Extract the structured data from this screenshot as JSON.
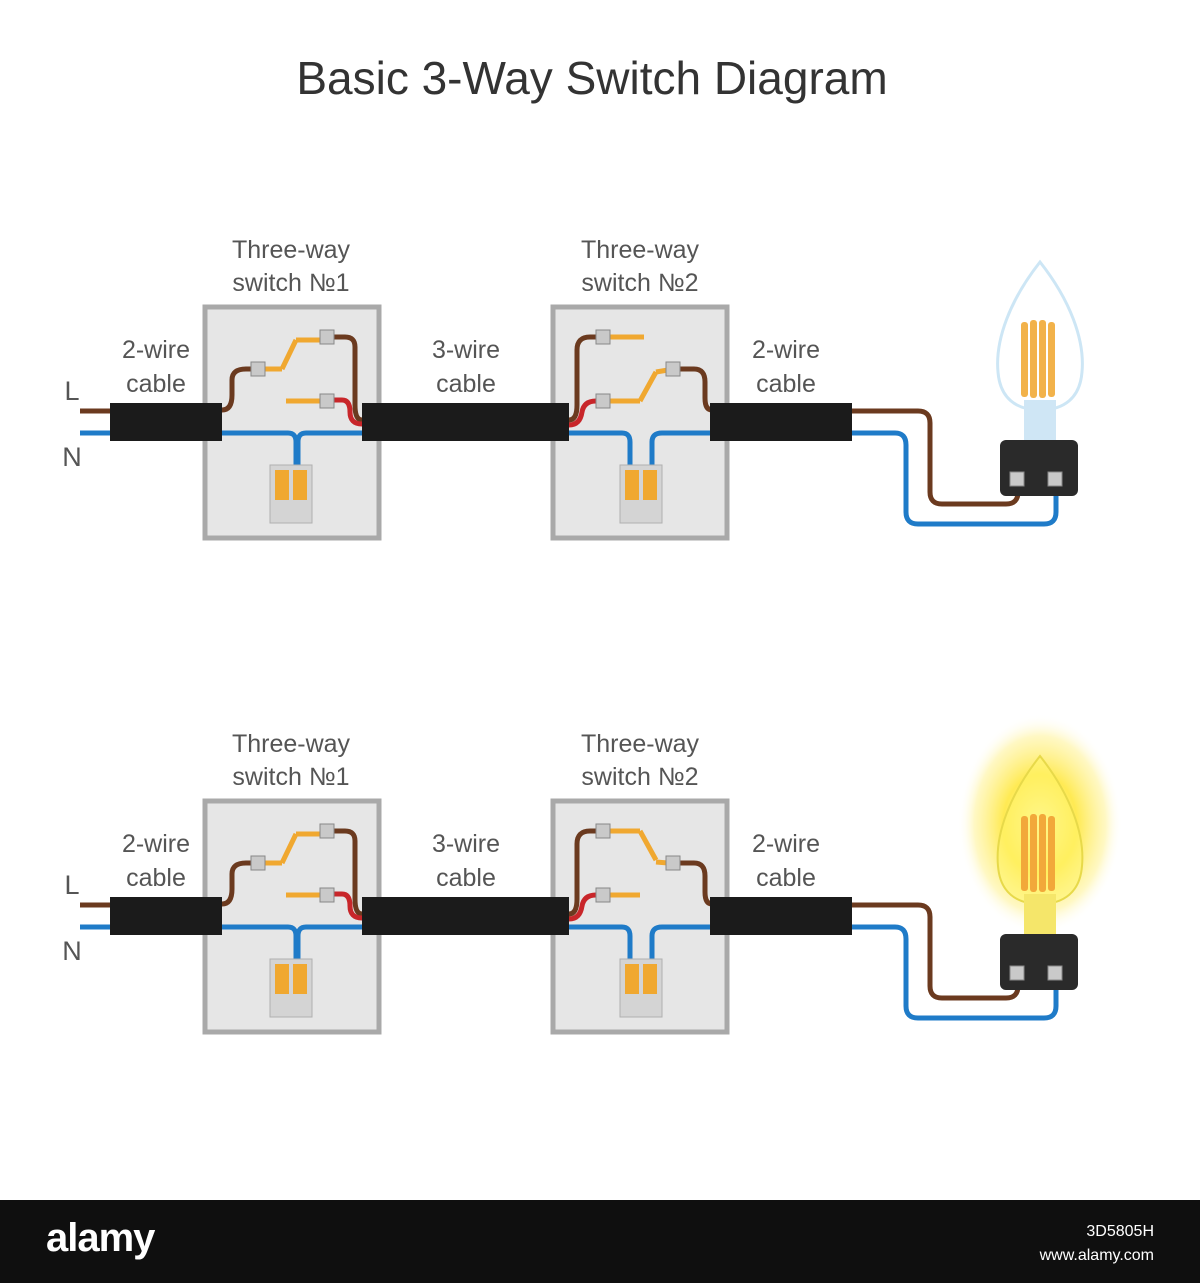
{
  "title": "Basic 3-Way Switch Diagram",
  "labels": {
    "switch1_line1": "Three-way",
    "switch1_line2": "switch №1",
    "switch2_line1": "Three-way",
    "switch2_line2": "switch №2",
    "cable2_line1": "2-wire",
    "cable2_line2": "cable",
    "cable3_line1": "3-wire",
    "cable3_line2": "cable",
    "line": "L",
    "neutral": "N"
  },
  "states": [
    {
      "name": "off",
      "bulb_lit": false
    },
    {
      "name": "on",
      "bulb_lit": true
    }
  ],
  "colors": {
    "live_wire": "#6b3a1f",
    "neutral_wire": "#1f7bc8",
    "traveler_wire": "#c8262a",
    "switch_contact": "#f0a830",
    "cable_jacket": "#1b1b1b",
    "switch_box_border": "#a9a9a9",
    "switch_box_fill": "#e6e6e6",
    "glow": "#ffe94a"
  },
  "footer": {
    "brand": "alamy",
    "image_id": "3D5805H",
    "site": "www.alamy.com"
  }
}
